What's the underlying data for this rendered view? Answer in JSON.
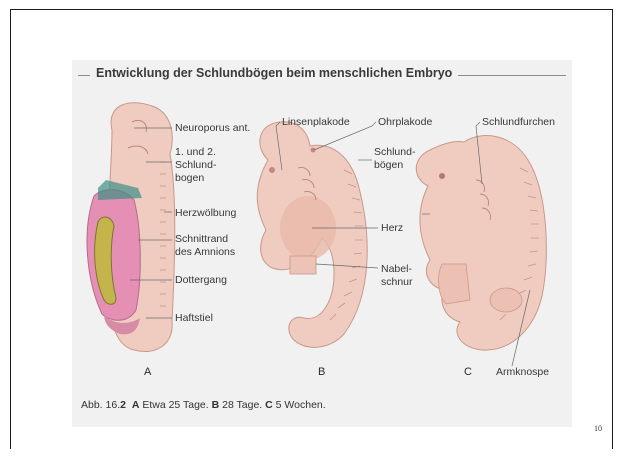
{
  "figure": {
    "title": "Entwicklung der Schlundbögen beim menschlichen Embryo",
    "labels": {
      "neuroporus": "Neuroporus ant.",
      "schlundbogen_a1": "1. und 2.",
      "schlundbogen_a2": "Schlund-",
      "schlundbogen_a3": "bogen",
      "herzwoelbung": "Herzwölbung",
      "schnittrand1": "Schnittrand",
      "schnittrand2": "des Amnions",
      "dottergang": "Dottergang",
      "haftstiel": "Haftstiel",
      "linsenplakode": "Linsenplakode",
      "ohrplakode": "Ohrplakode",
      "schlundboegen1": "Schlund-",
      "schlundboegen2": "bögen",
      "herz": "Herz",
      "nabelschnur1": "Nabel-",
      "nabelschnur2": "schnur",
      "schlundfurchen": "Schlundfurchen",
      "armknospe": "Armknospe"
    },
    "panel_letters": {
      "a": "A",
      "b": "B",
      "c": "C"
    },
    "caption": {
      "prefix": "Abb. 16.",
      "number": "2",
      "a_key": "A",
      "a_text": "Etwa 25 Tage.",
      "b_key": "B",
      "b_text": "28 Tage.",
      "c_key": "C",
      "c_text": "5 Wochen."
    }
  },
  "slide": {
    "number": "10"
  },
  "colors": {
    "skin": "#f0ccc0",
    "skin_shadow": "#d9a595",
    "amnion_pink": "#e48fb3",
    "yolk_olive": "#c4b44c",
    "panel": "#f1f1f1",
    "leader": "#6a6a6a"
  }
}
